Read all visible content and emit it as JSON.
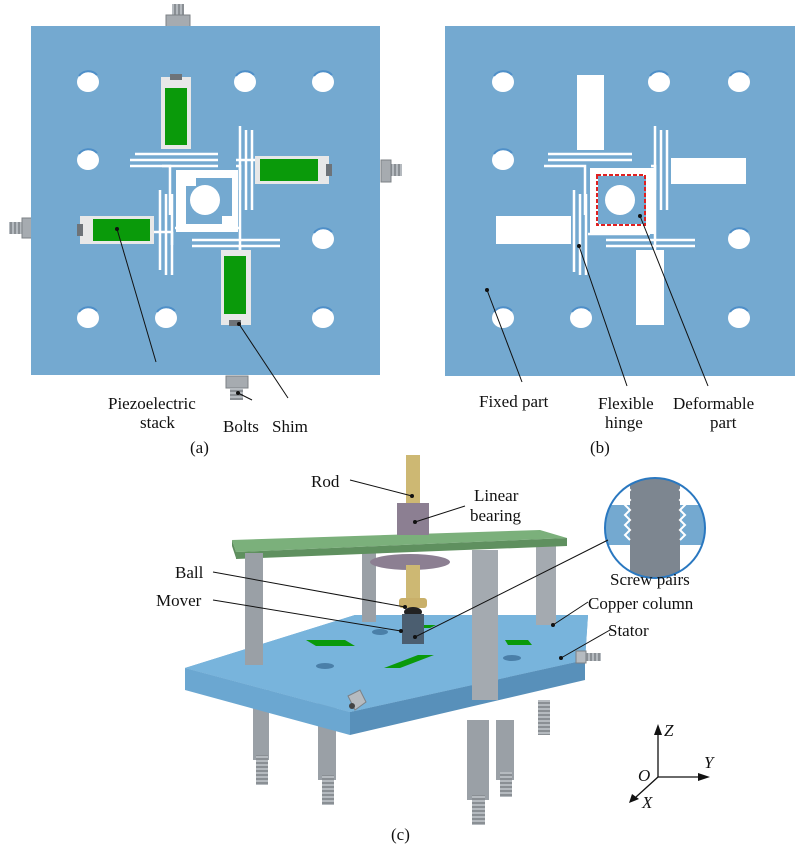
{
  "colors": {
    "plate": "#74a9d0",
    "plate_dark": "#5e93bb",
    "piezo": "#0a9a0a",
    "shim": "#e8e8e8",
    "hole": "#ffffff",
    "top_plate": "#78a878",
    "column": "#9aa0a6",
    "rod": "#cdb873",
    "bearing": "#8c7f92",
    "highlight_box": "#e02020",
    "inset_ring": "#2a78c0"
  },
  "panel_a": {
    "caption": "(a)",
    "labels": {
      "piezo_line1": "Piezoelectric",
      "piezo_line2": "stack",
      "bolts": "Bolts",
      "shim": "Shim"
    }
  },
  "panel_b": {
    "caption": "(b)",
    "labels": {
      "fixed": "Fixed part",
      "hinge_line1": "Flexible",
      "hinge_line2": "hinge",
      "deform_line1": "Deformable",
      "deform_line2": "part"
    }
  },
  "panel_c": {
    "caption": "(c)",
    "labels": {
      "rod": "Rod",
      "bearing_line1": "Linear",
      "bearing_line2": "bearing",
      "ball": "Ball",
      "mover": "Mover",
      "screw_pairs": "Screw pairs",
      "copper_column": "Copper column",
      "stator": "Stator"
    },
    "axes": {
      "z": "Z",
      "y": "Y",
      "x": "X",
      "origin": "O"
    }
  }
}
